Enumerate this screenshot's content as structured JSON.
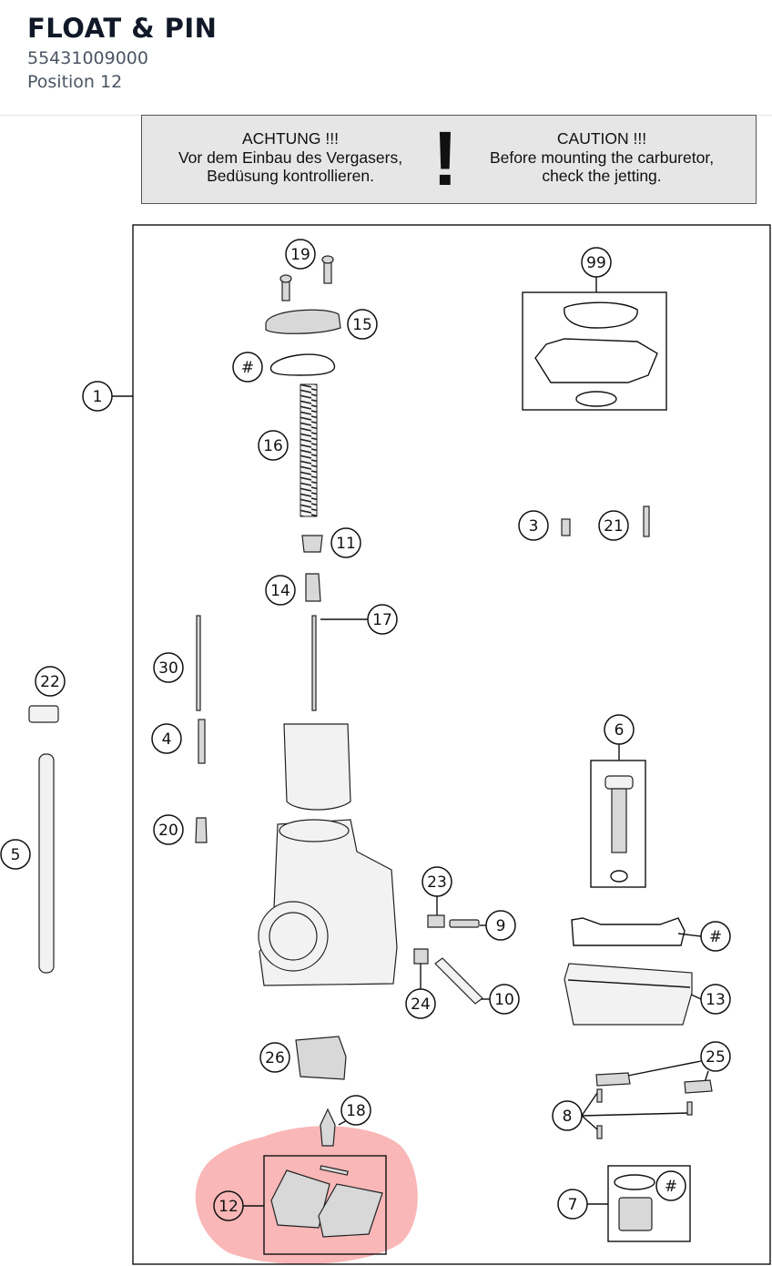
{
  "header": {
    "title": "FLOAT & PIN",
    "part_number": "55431009000",
    "position": "Position 12"
  },
  "caution": {
    "german_line1": "ACHTUNG !!!",
    "german_line2": "Vor dem Einbau des Vergasers,",
    "german_line3": "Bedüsung kontrollieren.",
    "symbol": "!",
    "english_line1": "CAUTION !!!",
    "english_line2": "Before mounting the carburetor,",
    "english_line3": "check the jetting."
  },
  "highlight": {
    "callout": "12",
    "color": "#f47c7c"
  },
  "callouts": [
    {
      "label": "19"
    },
    {
      "label": "15"
    },
    {
      "label": "#"
    },
    {
      "label": "1"
    },
    {
      "label": "16"
    },
    {
      "label": "11"
    },
    {
      "label": "14"
    },
    {
      "label": "17"
    },
    {
      "label": "30"
    },
    {
      "label": "22"
    },
    {
      "label": "4"
    },
    {
      "label": "20"
    },
    {
      "label": "5"
    },
    {
      "label": "99"
    },
    {
      "label": "3"
    },
    {
      "label": "21"
    },
    {
      "label": "6"
    },
    {
      "label": "23"
    },
    {
      "label": "9"
    },
    {
      "label": "#"
    },
    {
      "label": "24"
    },
    {
      "label": "10"
    },
    {
      "label": "13"
    },
    {
      "label": "26"
    },
    {
      "label": "25"
    },
    {
      "label": "18"
    },
    {
      "label": "8"
    },
    {
      "label": "12"
    },
    {
      "label": "#"
    },
    {
      "label": "7"
    }
  ]
}
